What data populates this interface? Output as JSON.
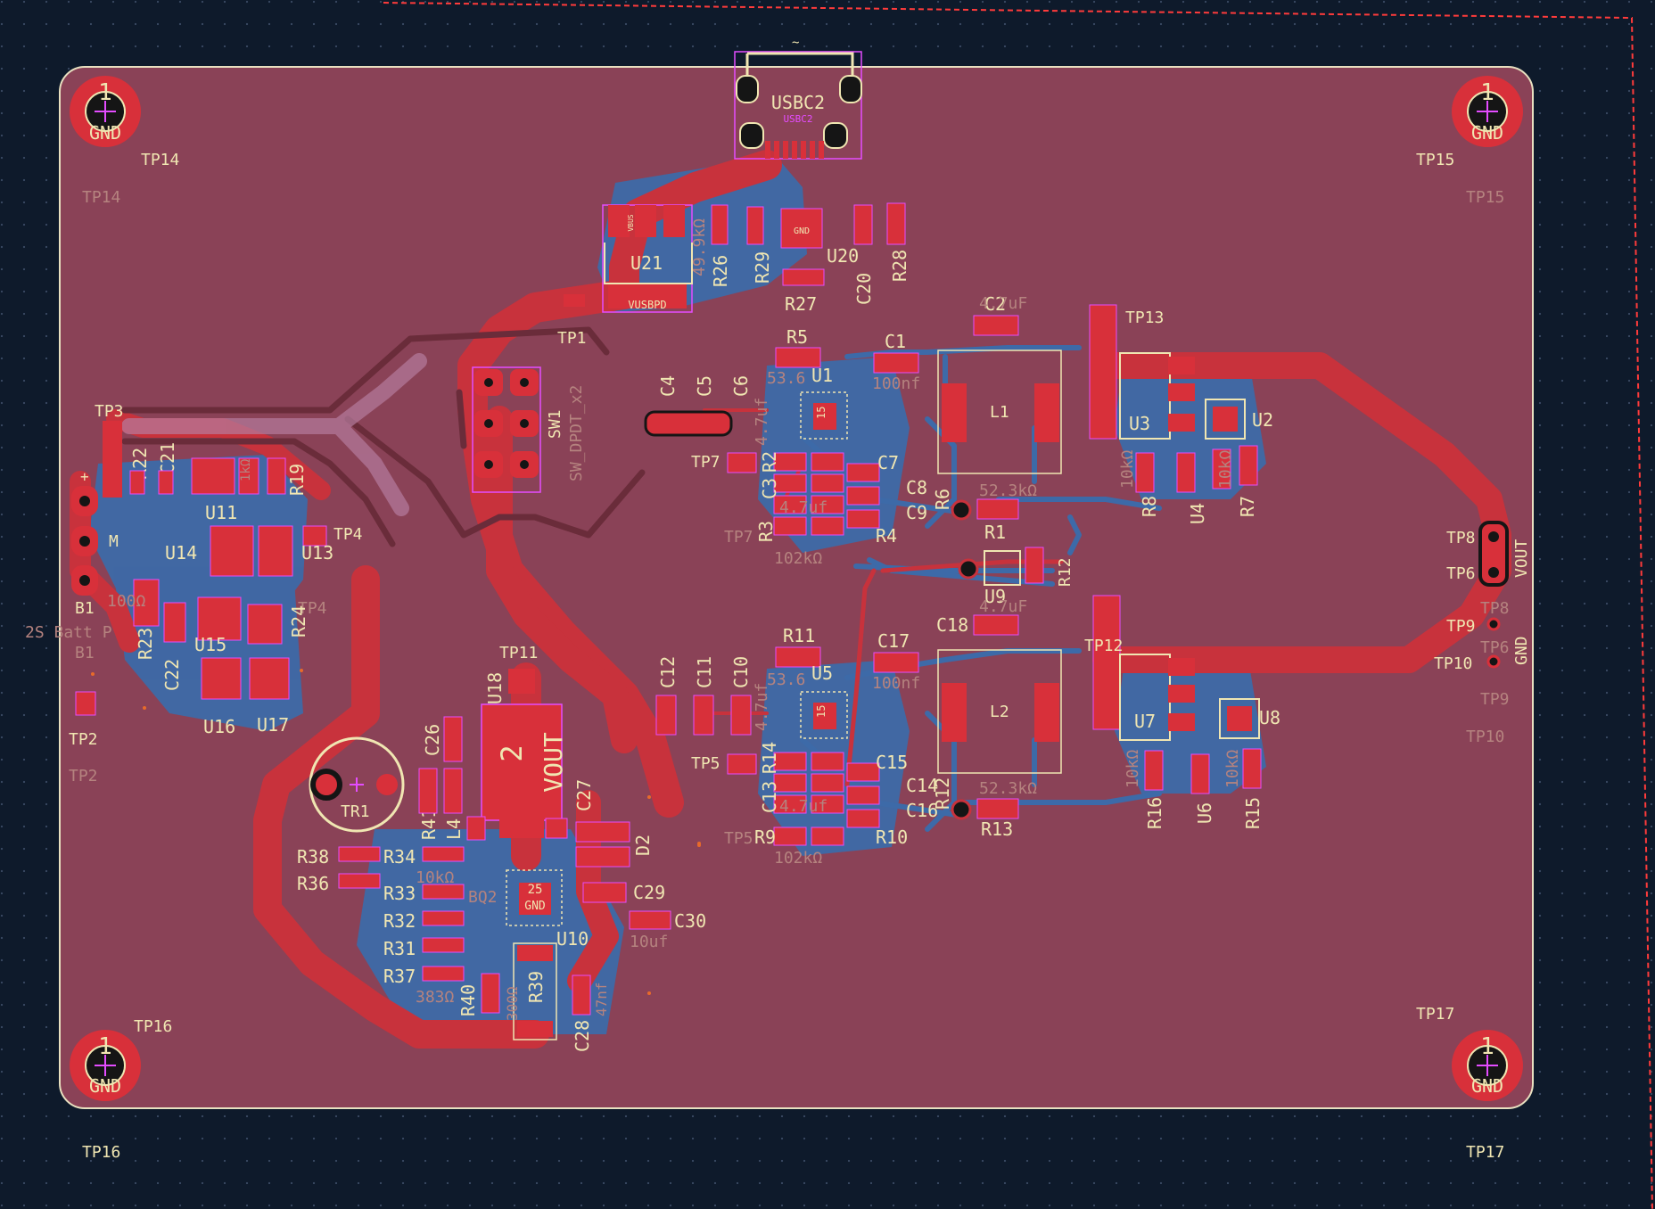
{
  "colors": {
    "background": "#0e1a2b",
    "grid": "#3a4a63",
    "board": "#8a4257",
    "copper_front": "#c8323c",
    "copper_back": "#3d6aa8",
    "pad": "#d8303a",
    "silkscreen": "#f0e6b2",
    "fab": "#b5837f",
    "courtyard": "#e44cff",
    "edge_cuts": "#e8e0c0",
    "drill": "#151515",
    "edge_dash": "#ff3b3b"
  },
  "header": {
    "marker": "~"
  },
  "usb": {
    "ref": "USBC2",
    "fab": "USBC2"
  },
  "corner_pads": [
    {
      "num": "1",
      "net": "GND",
      "ref": "TP14",
      "fab": "TP14"
    },
    {
      "num": "1",
      "net": "GND",
      "ref": "TP15",
      "fab": "TP15"
    },
    {
      "num": "1",
      "net": "GND",
      "ref": "TP16",
      "fab": "TP16"
    },
    {
      "num": "1",
      "net": "GND",
      "ref": "TP17",
      "fab": "TP17"
    }
  ],
  "labels": {
    "tp1": "TP1",
    "sw1": "SW1",
    "sw1_fab": "SW_DPDT_x2",
    "tp3": "TP3",
    "tp4": "TP4",
    "tp4_fab": "TP4",
    "tp2": "TP2",
    "tp2_fab": "TP2",
    "b1": "B1",
    "b1_fab": "B1",
    "batt": "2S Batt P",
    "plus": "+",
    "m": "M",
    "r22": "R22",
    "c21": "C21",
    "u11": "U11",
    "r19": "R19",
    "u14": "U14",
    "u13": "U13",
    "r23": "R23",
    "c22": "C22",
    "u15": "U15",
    "r24": "R24",
    "u16": "U16",
    "u17": "U17",
    "r100": "100Ω",
    "r1k": "1kΩ",
    "u21": "U21",
    "r26": "R26",
    "r29": "R29",
    "u20": "U20",
    "c20": "C20",
    "r28": "R28",
    "r27": "R27",
    "r26_val": "49.9kΩ",
    "vbus": "VBUS",
    "vusbpd": "VUSBPD",
    "tp11": "TP11",
    "u18": "U18",
    "vout": "VOUT",
    "pad2": "2",
    "c26": "C26",
    "r41": "R41",
    "l4": "L4",
    "c27": "C27",
    "d2": "D2",
    "tr1": "TR1",
    "r38": "R38",
    "r36": "R36",
    "r34": "R34",
    "r33": "R33",
    "r32": "R32",
    "r31": "R31",
    "r37": "R37",
    "r40": "R40",
    "r34_val": "10kΩ",
    "r37_val": "383Ω",
    "r39": "R39",
    "r39_val": "300Ω",
    "c28": "C28",
    "c28_val": "47nf",
    "u10": "U10",
    "c29": "C29",
    "c30": "C30",
    "c30_val": "10uf",
    "u10_pad": "25",
    "gnd": "GND",
    "bq": "BQ2",
    "c4": "C4",
    "c5": "C5",
    "c6": "C6",
    "c_val": "4.7uf",
    "tp7": "TP7",
    "tp7_fab": "TP7",
    "r5": "R5",
    "r5_val": "53.6",
    "u1": "U1",
    "c1": "C1",
    "c1_val": "100nf",
    "c2": "C2",
    "c2_val": "4.7uF",
    "l1": "L1",
    "c3": "C3",
    "r2": "R2",
    "c7": "C7",
    "c8": "C8",
    "c9": "C9",
    "r6": "R6",
    "r1": "R1",
    "r1_val": "52.3kΩ",
    "r3": "R3",
    "r4": "R4",
    "r3_val": "102kΩ",
    "u9": "U9",
    "r12_top": "R12",
    "c12": "C12",
    "c11": "C11",
    "c10": "C10",
    "tp5": "TP5",
    "tp5_fab": "TP5",
    "r11": "R11",
    "r11_val": "53.6",
    "u5": "U5",
    "c17": "C17",
    "c17_val": "100nf",
    "c18": "C18",
    "c18_val": "4.7uF",
    "l2": "L2",
    "c13": "C13",
    "r14": "R14",
    "c15": "C15",
    "c14": "C14",
    "c16": "C16",
    "r12": "R12",
    "r13": "R13",
    "r13_val": "52.3kΩ",
    "r9": "R9",
    "r10": "R10",
    "r9_val": "102kΩ",
    "u1_pad": "15",
    "tp13": "TP13",
    "u3": "U3",
    "u2": "U2",
    "r8": "R8",
    "u4": "U4",
    "r7": "R7",
    "r8_val": "10kΩ",
    "r7_val": "10kΩ",
    "tp12": "TP12",
    "u7": "U7",
    "u8": "U8",
    "r16": "R16",
    "u6": "U6",
    "r15": "R15",
    "tp8": "TP8",
    "tp6": "TP6",
    "tp9": "TP9",
    "tp10": "TP10",
    "tp8_fab": "TP8",
    "tp6_fab": "TP6",
    "tp9_fab": "TP9",
    "tp10_fab": "TP10",
    "vout_side": "VOUT",
    "gnd_side": "GND"
  }
}
